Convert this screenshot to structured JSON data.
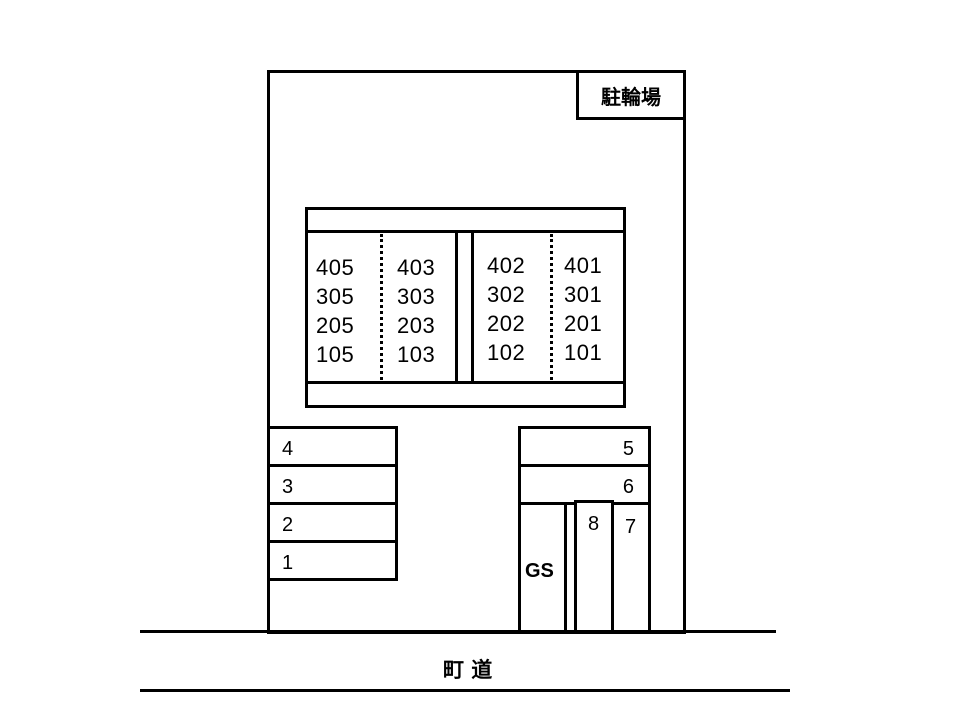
{
  "parking_area_label": "駐輪場",
  "road_label": "町 道",
  "gs_label": "GS",
  "units": {
    "col1": [
      "405",
      "305",
      "205",
      "105"
    ],
    "col2": [
      "403",
      "303",
      "203",
      "103"
    ],
    "col3": [
      "402",
      "302",
      "202",
      "102"
    ],
    "col4": [
      "401",
      "301",
      "201",
      "101"
    ]
  },
  "parking_left": [
    "4",
    "3",
    "2",
    "1"
  ],
  "parking_right": [
    "5",
    "6"
  ],
  "parking_bottom": [
    "8",
    "7"
  ]
}
